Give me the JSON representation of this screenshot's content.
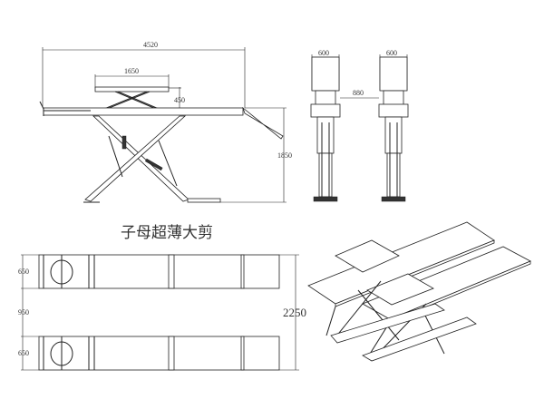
{
  "title": "子母超薄大剪",
  "side_view": {
    "overall_length": "4520",
    "small_platform_length": "1650",
    "small_platform_height": "450",
    "max_height": "1850"
  },
  "front_view": {
    "platform_width_left": "600",
    "platform_width_right": "600",
    "gap": "880"
  },
  "top_view": {
    "rail_width_top": "650",
    "inner_gap": "950",
    "rail_width_bottom": "650",
    "overall_width": "2250"
  }
}
